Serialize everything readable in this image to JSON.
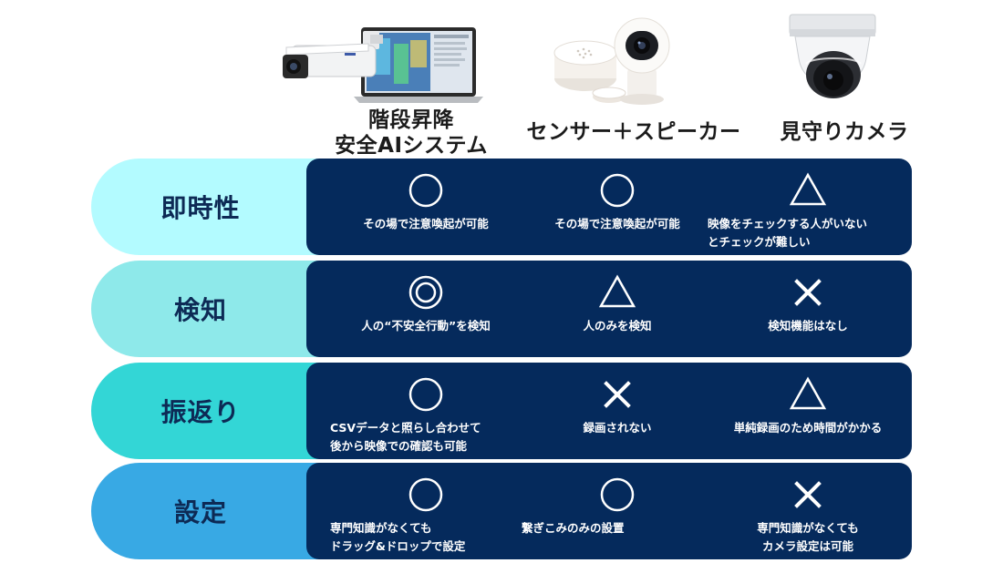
{
  "columns": [
    {
      "title": "階段昇降\n安全AIシステム",
      "icon": "camera-laptop-image"
    },
    {
      "title": "センサー＋スピーカー",
      "icon": "sensor-speaker-image"
    },
    {
      "title": "見守りカメラ",
      "icon": "dome-camera-image"
    }
  ],
  "rows": [
    {
      "label": "即時性",
      "color": "#b3fbff",
      "cells": [
        {
          "mark": "circle",
          "text": "その場で注意喚起が可能"
        },
        {
          "mark": "circle",
          "text": "その場で注意喚起が可能"
        },
        {
          "mark": "triangle",
          "text": "映像をチェックする人がいない\nとチェックが難しい"
        }
      ]
    },
    {
      "label": "検知",
      "color": "#8ee9ea",
      "cells": [
        {
          "mark": "double-circle",
          "text": "人の“不安全行動”を検知"
        },
        {
          "mark": "triangle",
          "text": "人のみを検知"
        },
        {
          "mark": "cross",
          "text": "検知機能はなし"
        }
      ]
    },
    {
      "label": "振返り",
      "color": "#33d6d6",
      "cells": [
        {
          "mark": "circle",
          "text": "CSVデータと照らし合わせて\n後から映像での確認も可能"
        },
        {
          "mark": "cross",
          "text": "録画されない"
        },
        {
          "mark": "triangle",
          "text": "単純録画のため時間がかかる"
        }
      ]
    },
    {
      "label": "設定",
      "color": "#38a9e4",
      "cells": [
        {
          "mark": "circle",
          "text": "専門知識がなくても\nドラッグ&ドロップで設定"
        },
        {
          "mark": "circle",
          "text": "繋ぎこみのみの設置"
        },
        {
          "mark": "cross",
          "text": "専門知識がなくても\nカメラ設定は可能"
        }
      ]
    }
  ]
}
